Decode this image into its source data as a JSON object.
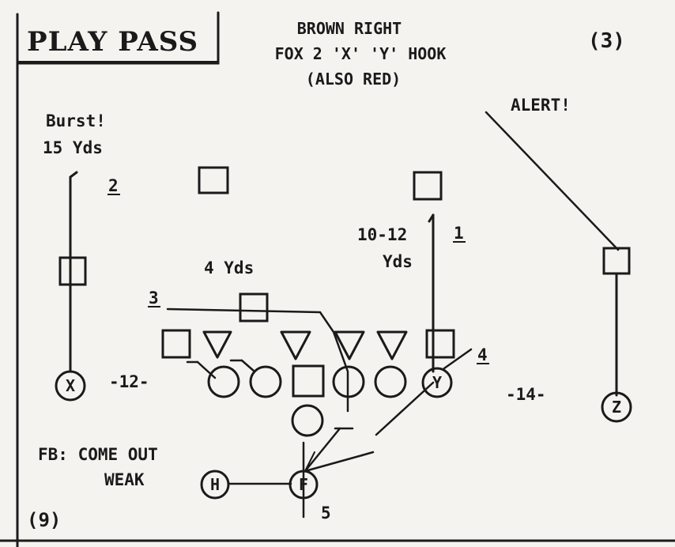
{
  "header": {
    "title": "PLAY PASS",
    "formation_lines": [
      "BROWN RIGHT",
      "FOX 2 'X' 'Y' HOOK",
      "(ALSO RED)"
    ],
    "play_number": "(3)",
    "page_number": "(9)"
  },
  "annotations": {
    "burst_line1": "Burst!",
    "burst_line2": "15 Yds",
    "alert": "ALERT!",
    "hook_depth_line1": "10-12",
    "hook_depth_line2": "Yds",
    "short_depth": "4 Yds",
    "fb_note_line1": "FB: COME OUT",
    "fb_note_line2": "WEAK",
    "split_left": "-12-",
    "split_right": "-14-"
  },
  "progression": {
    "read_1": "1",
    "read_2": "2",
    "read_3": "3",
    "read_4": "4",
    "read_5": "5"
  },
  "players": {
    "x": "X",
    "y": "Y",
    "z": "Z",
    "h": "H",
    "f": "F"
  }
}
